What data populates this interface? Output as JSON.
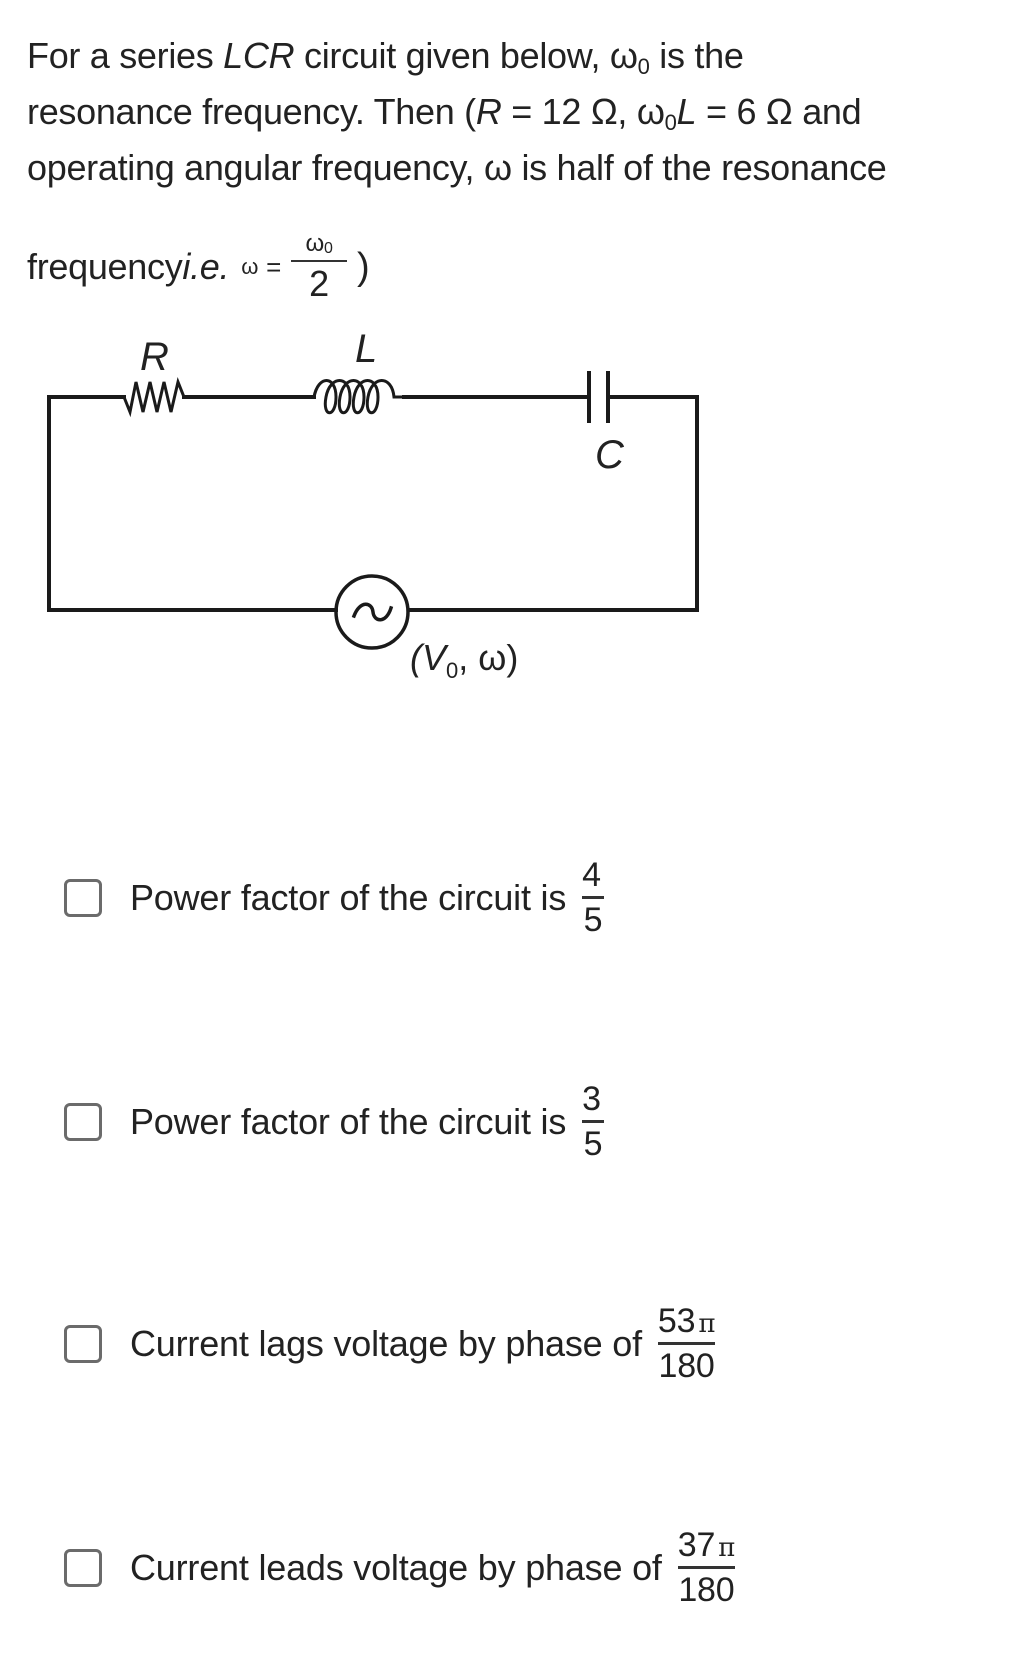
{
  "question": {
    "line1": {
      "before": "For a series ",
      "lcr": "LCR",
      "middle": " circuit given below, ω",
      "sub": "0",
      "after": " is the"
    },
    "line2": {
      "before": "resonance frequency. Then (",
      "r": "R",
      "r_val": " = 12 Ω, ω",
      "sub": "0",
      "l": "L",
      "l_val": " = 6 Ω and"
    },
    "line3": "operating angular frequency, ω is half of the resonance",
    "line4": {
      "before": "frequency ",
      "ie": "i.e.",
      "omega": "ω",
      "equals": "=",
      "frac_num": "ω",
      "frac_num_sub": "0",
      "frac_den": "2",
      "close": ")"
    }
  },
  "circuit": {
    "resistor_label": "R",
    "inductor_label": "L",
    "capacitor_label": "C",
    "source_label": "(V",
    "source_sub": "0",
    "source_rest": ", ω)",
    "source_symbol": "~"
  },
  "options": [
    {
      "text": "Power factor of the circuit is",
      "num": "4",
      "den": "5",
      "pi": "",
      "checked": false
    },
    {
      "text": "Power factor of the circuit is",
      "num": "3",
      "den": "5",
      "pi": "",
      "checked": false
    },
    {
      "text": "Current lags voltage by phase of",
      "num": "53",
      "den": "180",
      "pi": "π",
      "checked": false
    },
    {
      "text": "Current leads voltage by phase of",
      "num": "37",
      "den": "180",
      "pi": "π",
      "checked": false
    }
  ]
}
